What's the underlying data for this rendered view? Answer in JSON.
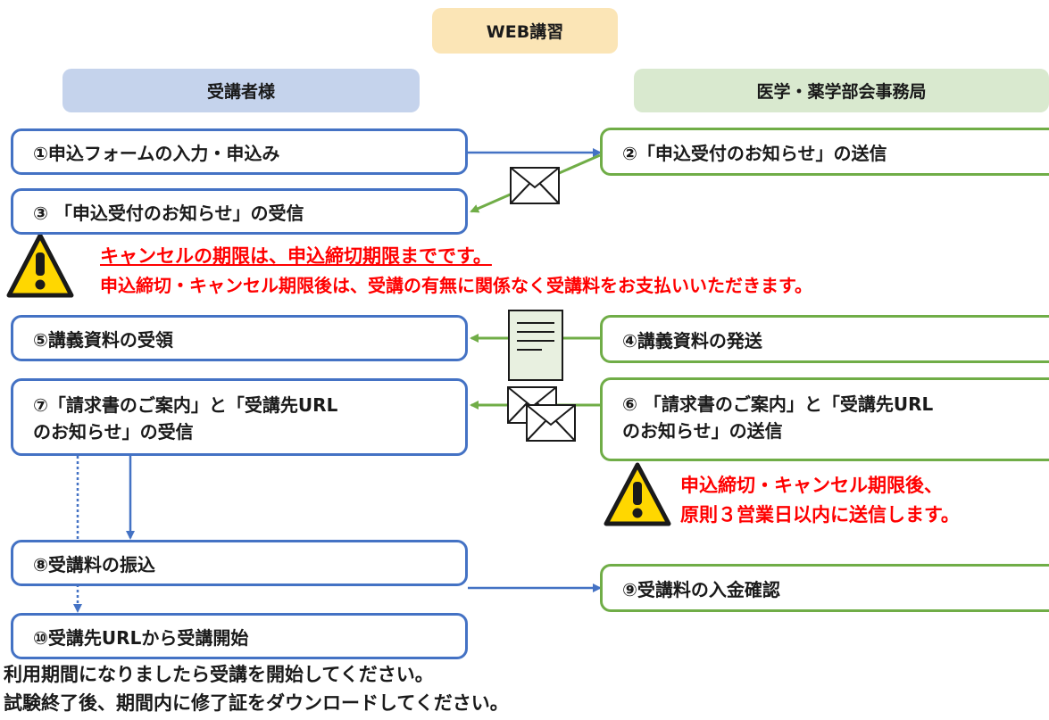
{
  "header": {
    "title": "WEB講習"
  },
  "lanes": {
    "left": "受講者様",
    "right": "医学・薬学部会事務局"
  },
  "steps": {
    "s1": "①申込フォームの入力・申込み",
    "s2": "②「申込受付のお知らせ」の送信",
    "s3": "③ 「申込受付のお知らせ」の受信",
    "s4": "④講義資料の発送",
    "s5": "⑤講義資料の受領",
    "s6_line1": "⑥ 「請求書のご案内」と「受講先URL",
    "s6_line2": "のお知らせ」の送信",
    "s7_line1": "⑦「請求書のご案内」と「受講先URL",
    "s7_line2": "のお知らせ」の受信",
    "s8": "⑧受講料の振込",
    "s9": "⑨受講料の入金確認",
    "s10": "⑩受講先URLから受講開始"
  },
  "warnings": {
    "cancel_line1": "キャンセルの期限は、申込締切期限までです。",
    "cancel_line2": "申込締切・キャンセル期限後は、受講の有無に関係なく受講料をお支払いいただきます。",
    "send_line1": "申込締切・キャンセル期限後、",
    "send_line2": "原則３営業日以内に送信します。"
  },
  "footer": {
    "line1": "利用期間になりましたら受講を開始してください。",
    "line2": "試験終了後、期間内に修了証をダウンロードしてください。"
  },
  "colors": {
    "blue": "#4472c4",
    "green": "#70ad47",
    "header_bg": "#fbe5b6",
    "left_lane_bg": "#c5d3ec",
    "right_lane_bg": "#d9e9cf",
    "warning_red": "#ff0000",
    "warning_yellow": "#ffd700"
  },
  "icons": [
    "envelope-icon",
    "document-icon",
    "warning-icon"
  ]
}
